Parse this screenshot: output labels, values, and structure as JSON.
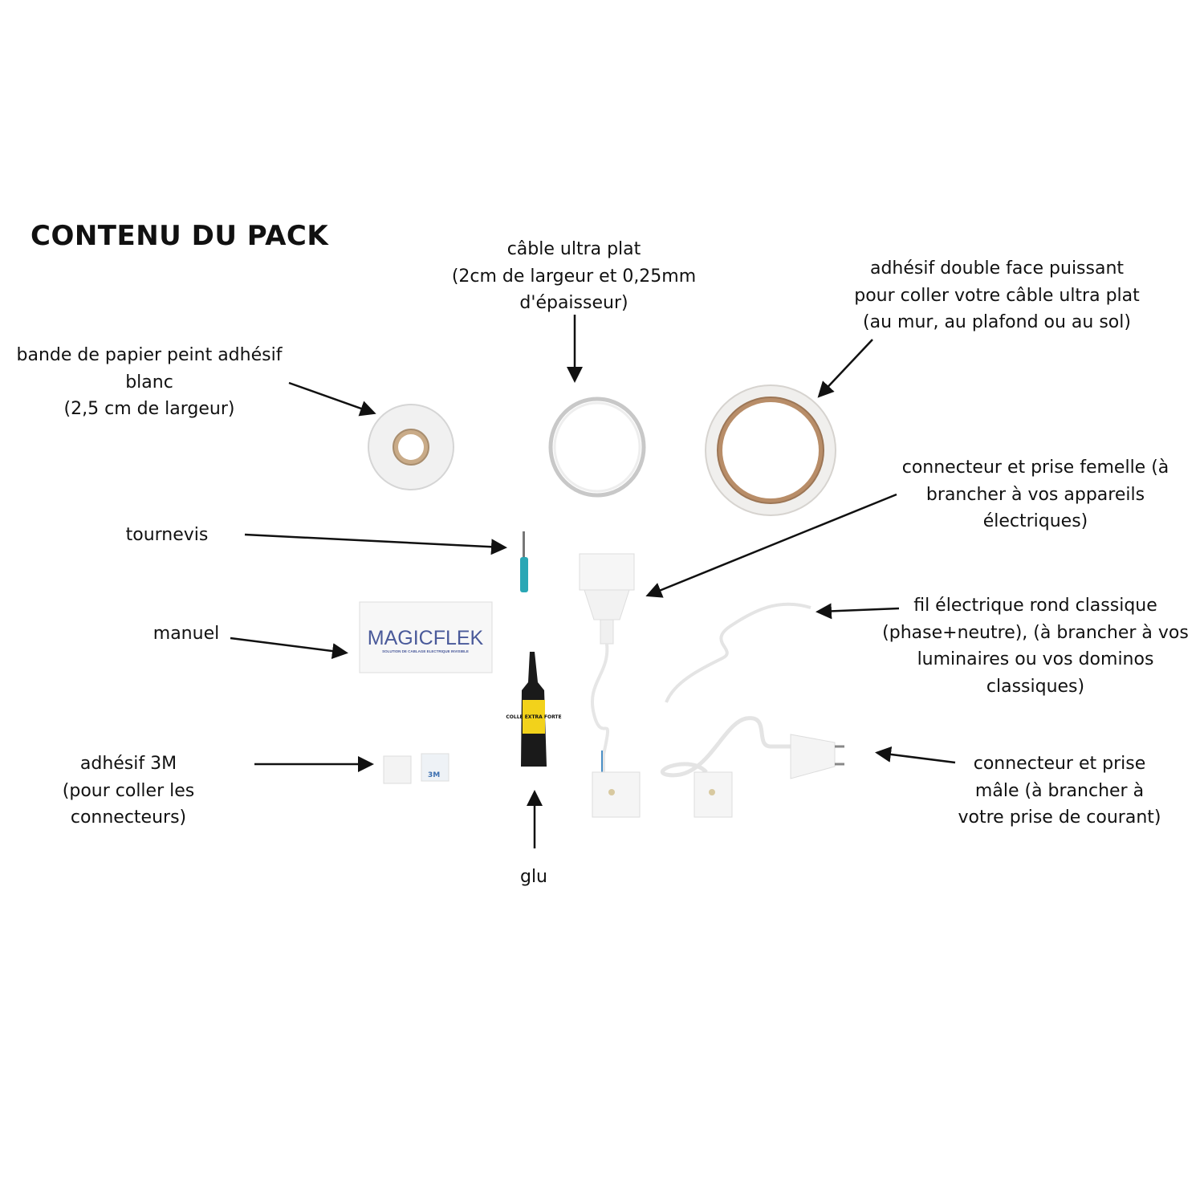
{
  "title": "CONTENU DU PACK",
  "items": {
    "cable": [
      "câble ultra plat",
      "(2cm de largeur et 0,25mm",
      "d'épaisseur)"
    ],
    "double_tape": [
      "adhésif double face puissant",
      "pour coller votre câble ultra plat",
      "(au mur, au plafond ou au sol)"
    ],
    "paper_strip": [
      "bande de papier peint adhésif",
      "blanc",
      "(2,5 cm de largeur)"
    ],
    "female": [
      "connecteur et prise femelle (à",
      "brancher à vos appareils",
      "électriques)"
    ],
    "screwdriver": [
      "tournevis"
    ],
    "manual": [
      "manuel"
    ],
    "wire": [
      "fil électrique rond classique",
      "(phase+neutre), (à brancher à vos",
      "luminaires ou vos dominos",
      "classiques)"
    ],
    "pads_3m": [
      "adhésif 3M",
      "(pour coller les",
      "connecteurs)"
    ],
    "male": [
      "connecteur et prise",
      "mâle (à brancher à",
      "votre prise de courant)"
    ],
    "glue": [
      "glu"
    ]
  },
  "manual_logo": "MAGICFLEK",
  "manual_tagline": "SOLUTION DE CABLAGE ELECTRIQUE INVISIBLE",
  "glue_label": "COLLE EXTRA FORTE",
  "colors": {
    "logo": "#4a5a9a",
    "glue_label": "#f2d21b",
    "screwdriver": "#2aa7b5"
  }
}
